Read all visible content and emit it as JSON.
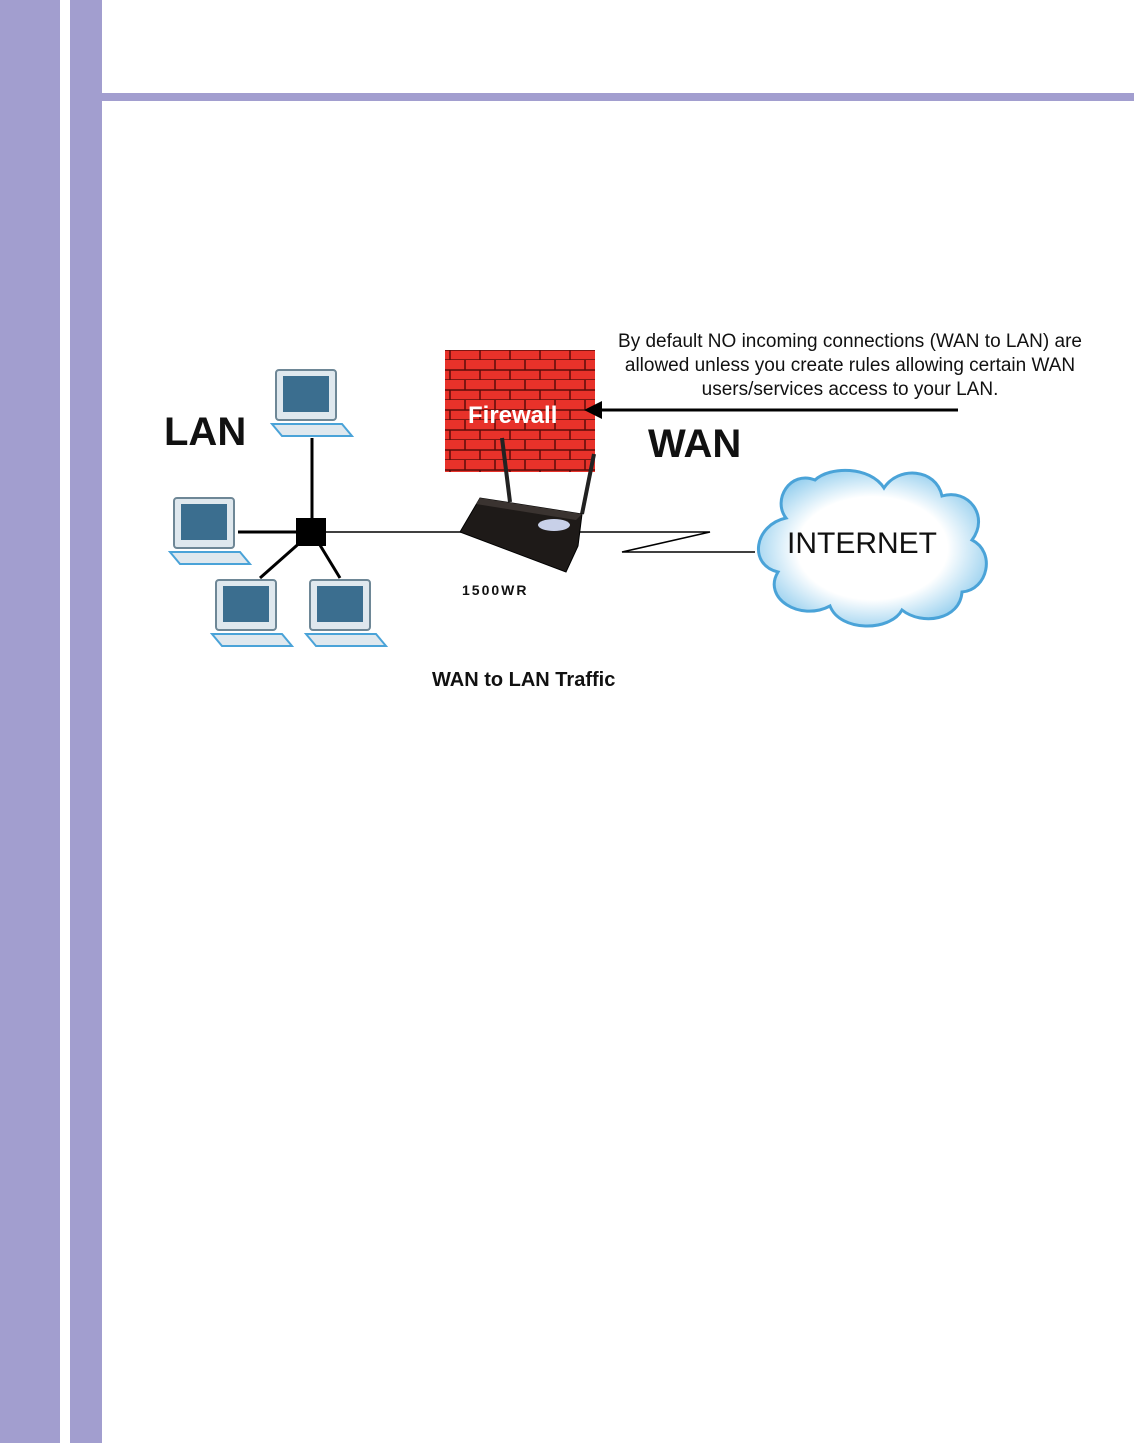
{
  "diagram": {
    "lan_label": "LAN",
    "wan_label": "WAN",
    "firewall_label": "Firewall",
    "router_label": "1500WR",
    "internet_label": "INTERNET",
    "note": "By default NO incoming connections (WAN to LAN) are allowed unless you create rules allowing certain WAN users/services access to your LAN.",
    "caption": "WAN to LAN Traffic"
  },
  "colors": {
    "sidebar": "#a29ecf",
    "firewall": "#e8322a",
    "cloud_edge": "#4aa3d8",
    "monitor": "#3b6e8f"
  }
}
